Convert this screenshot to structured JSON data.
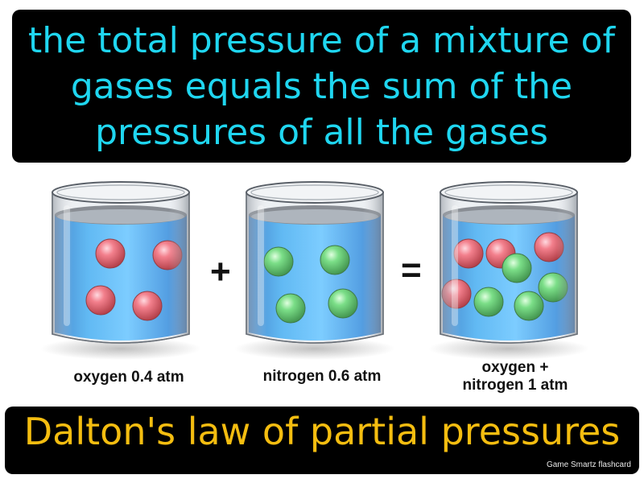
{
  "definition": "the total pressure of a mixture of gases equals the sum of the pressures of all the gases",
  "term": "Dalton's law of partial pressures",
  "brand": "Game Smartz  flashcard",
  "operators": {
    "plus": "+",
    "equals": "="
  },
  "beakers": [
    {
      "label": "oxygen 0.4 atm",
      "contents": [
        "oxygen",
        "oxygen",
        "oxygen",
        "oxygen"
      ]
    },
    {
      "label": "nitrogen 0.6 atm",
      "contents": [
        "nitrogen",
        "nitrogen",
        "nitrogen",
        "nitrogen"
      ]
    },
    {
      "label_line1": "oxygen +",
      "label_line2": "nitrogen 1 atm",
      "contents": [
        "oxygen",
        "oxygen",
        "oxygen",
        "oxygen",
        "nitrogen",
        "nitrogen",
        "nitrogen",
        "nitrogen"
      ]
    }
  ],
  "colors": {
    "definition_text": "#1fd6f0",
    "term_text": "#f4bd10",
    "oxygen": "#e0303a",
    "nitrogen": "#2fb84a",
    "liquid": "#2a96e6"
  }
}
